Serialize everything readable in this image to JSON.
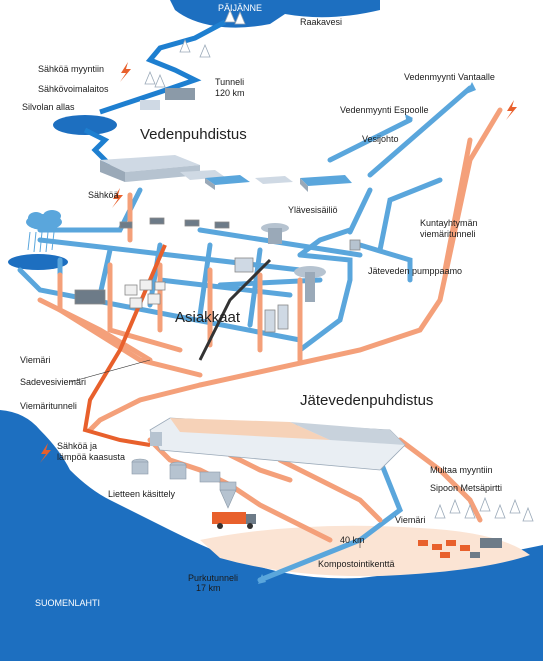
{
  "labels": {
    "paijanne": "PÄIJÄNNE",
    "raakavesi": "Raakavesi",
    "sahkoa_myyntiin": "Sähköä myyntiin",
    "sahkovoimalaitos": "Sähkövoimalaitos",
    "tunneli_1": "Tunneli",
    "tunneli_2": "120 km",
    "silvolan_allas": "Silvolan allas",
    "vedenmyynti_vantaalle": "Vedenmyynti Vantaalle",
    "vedenmyynti_espoolle": "Vedenmyynti Espoolle",
    "vesijohto": "Vesijohto",
    "vedenpuhdistus": "Vedenpuhdistus",
    "sahkoa": "Sähköä",
    "ylavesisailio": "Ylävesisäiliö",
    "kuntayhtyman_1": "Kuntayhtymän",
    "kuntayhtyman_2": "viemäritunneli",
    "jateveden_pumppaamo": "Jäteveden pumppaamo",
    "asiakkaat": "Asiakkaat",
    "viemari_left": "Viemäri",
    "sadevesiviemari": "Sadevesiviemäri",
    "viemaritunneli": "Viemäritunneli",
    "jatevedenpuhdistus": "Jätevedenpuhdistus",
    "sahkoa_ja_1": "Sähköä ja",
    "sahkoa_ja_2": "lämpöä kaasusta",
    "lietteen_kasittely": "Lietteen käsittely",
    "multaa_myyntiin": "Multaa myyntiin",
    "sipoon_metsapirtti": "Sipoon Metsäpirtti",
    "viemari_right": "Viemäri",
    "km_40": "40 km",
    "kompostointikentta": "Kompostointikenttä",
    "purkutunneli_1": "Purkutunneli",
    "purkutunneli_2": "17 km",
    "suomenlahti": "SUOMENLAHTI"
  },
  "colors": {
    "sea": "#1d6fc0",
    "fresh_water_pipe": "#5aa6dc",
    "waste_water_pipe": "#f4a07a",
    "tunnel": "#e8602c",
    "storm_drain": "#333333",
    "compost_field": "#fbe4d4"
  },
  "icons": [
    "lightning-icon",
    "tree-icon",
    "rain-cloud-icon",
    "truck-icon",
    "house-icon",
    "factory-icon",
    "water-tower-icon"
  ]
}
